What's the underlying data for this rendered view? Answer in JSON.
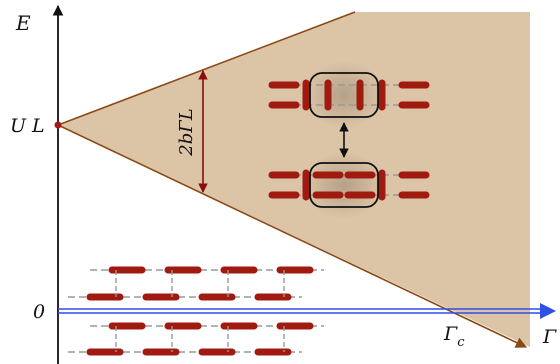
{
  "labels": {
    "y_axis": "E",
    "x_axis": "Γ",
    "ul": "U L",
    "zero": "0",
    "gamma_c": "Γ",
    "gamma_c_sub": "c",
    "gap": "2bΓL"
  },
  "colors": {
    "axis": "#111111",
    "region_fill": "#dcc4a6",
    "region_edge": "#8a4a14",
    "dimer": "#a11a10",
    "bond": "#9a9a9a",
    "blue_line": "#2f4fe6",
    "gap_arrow": "#8a0e0e"
  },
  "chains": {
    "upper": [
      "h",
      "v",
      "v",
      "v",
      "v",
      "h"
    ],
    "lower": [
      "h",
      "v",
      "h",
      "h",
      "v",
      "h"
    ],
    "highlighted_pair": [
      2,
      3
    ]
  },
  "ground_state": {
    "rows": 4,
    "dimers_per_row": 4
  }
}
